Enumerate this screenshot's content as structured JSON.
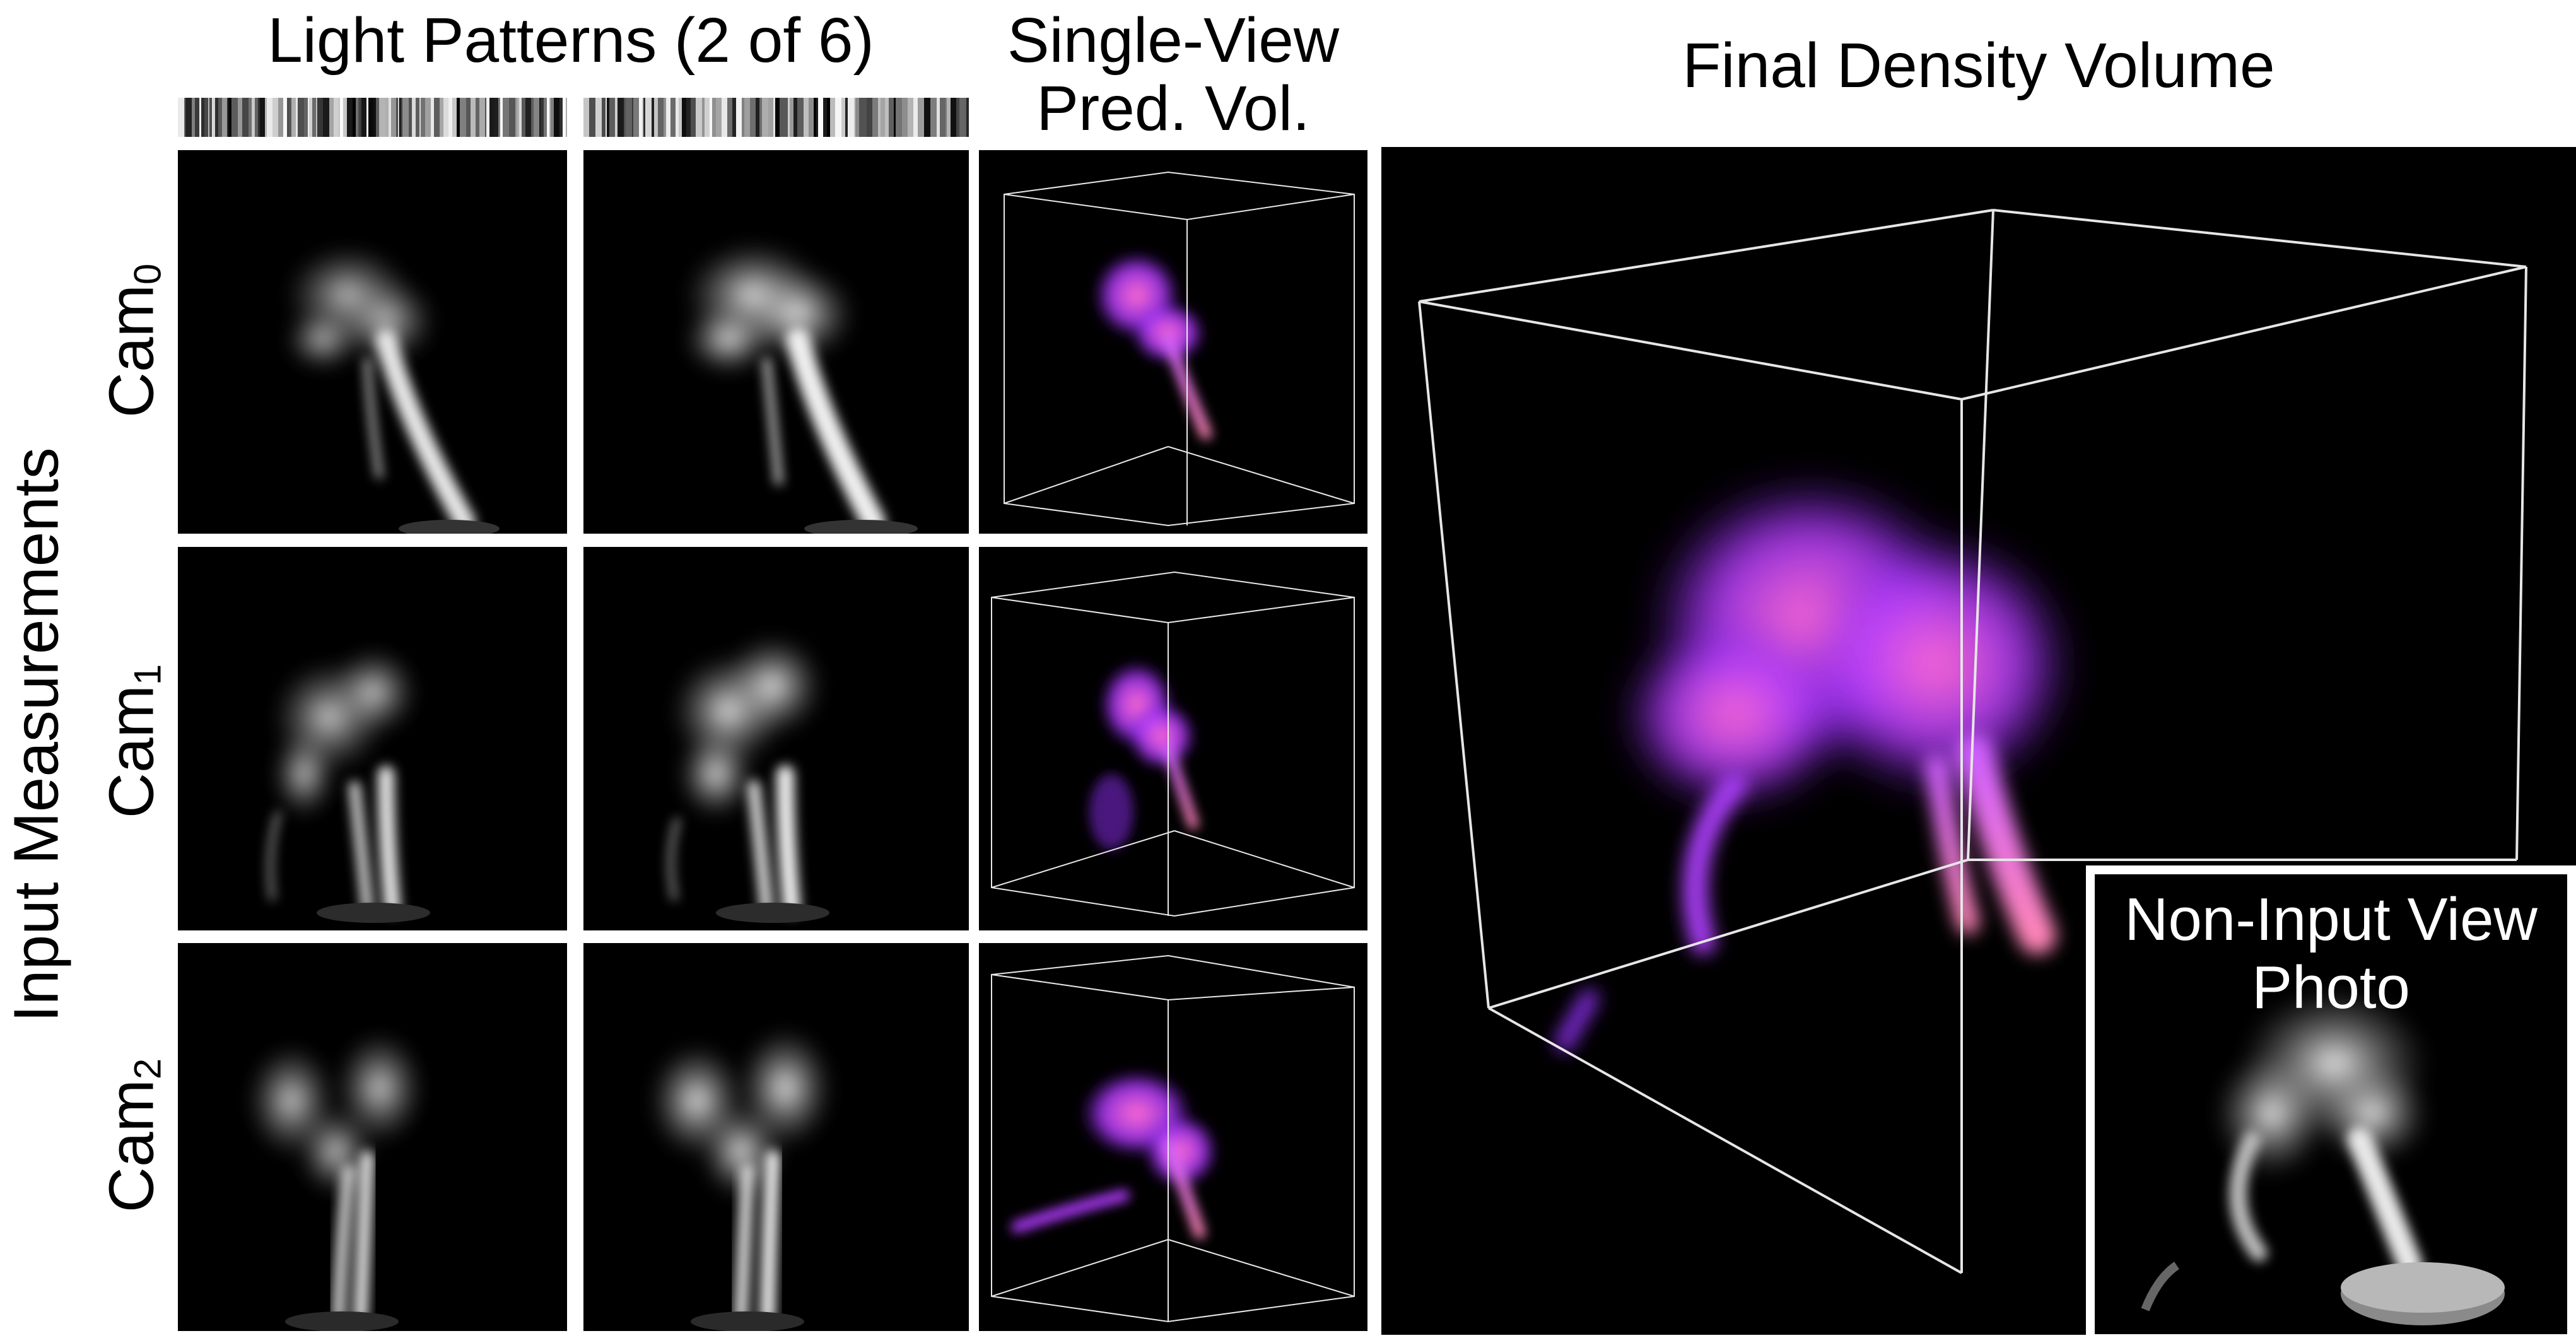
{
  "headers": {
    "light_patterns": "Light Patterns (2 of 6)",
    "single_view_line1": "Single-View",
    "single_view_line2": "Pred. Vol.",
    "final_density": "Final Density Volume"
  },
  "side_label": "Input Measurements",
  "cameras": [
    {
      "base": "Cam",
      "sub": "0"
    },
    {
      "base": "Cam",
      "sub": "1"
    },
    {
      "base": "Cam",
      "sub": "2"
    }
  ],
  "inset": {
    "line1": "Non-Input View",
    "line2": "Photo"
  },
  "colors": {
    "smoke_gray": "#d9d9d9",
    "density_magenta": "#b13bff",
    "density_hot": "#ff7ab8",
    "background": "#000000"
  },
  "icons": [
    "smoke-image",
    "wireframe-cube",
    "light-stripe-pattern"
  ]
}
